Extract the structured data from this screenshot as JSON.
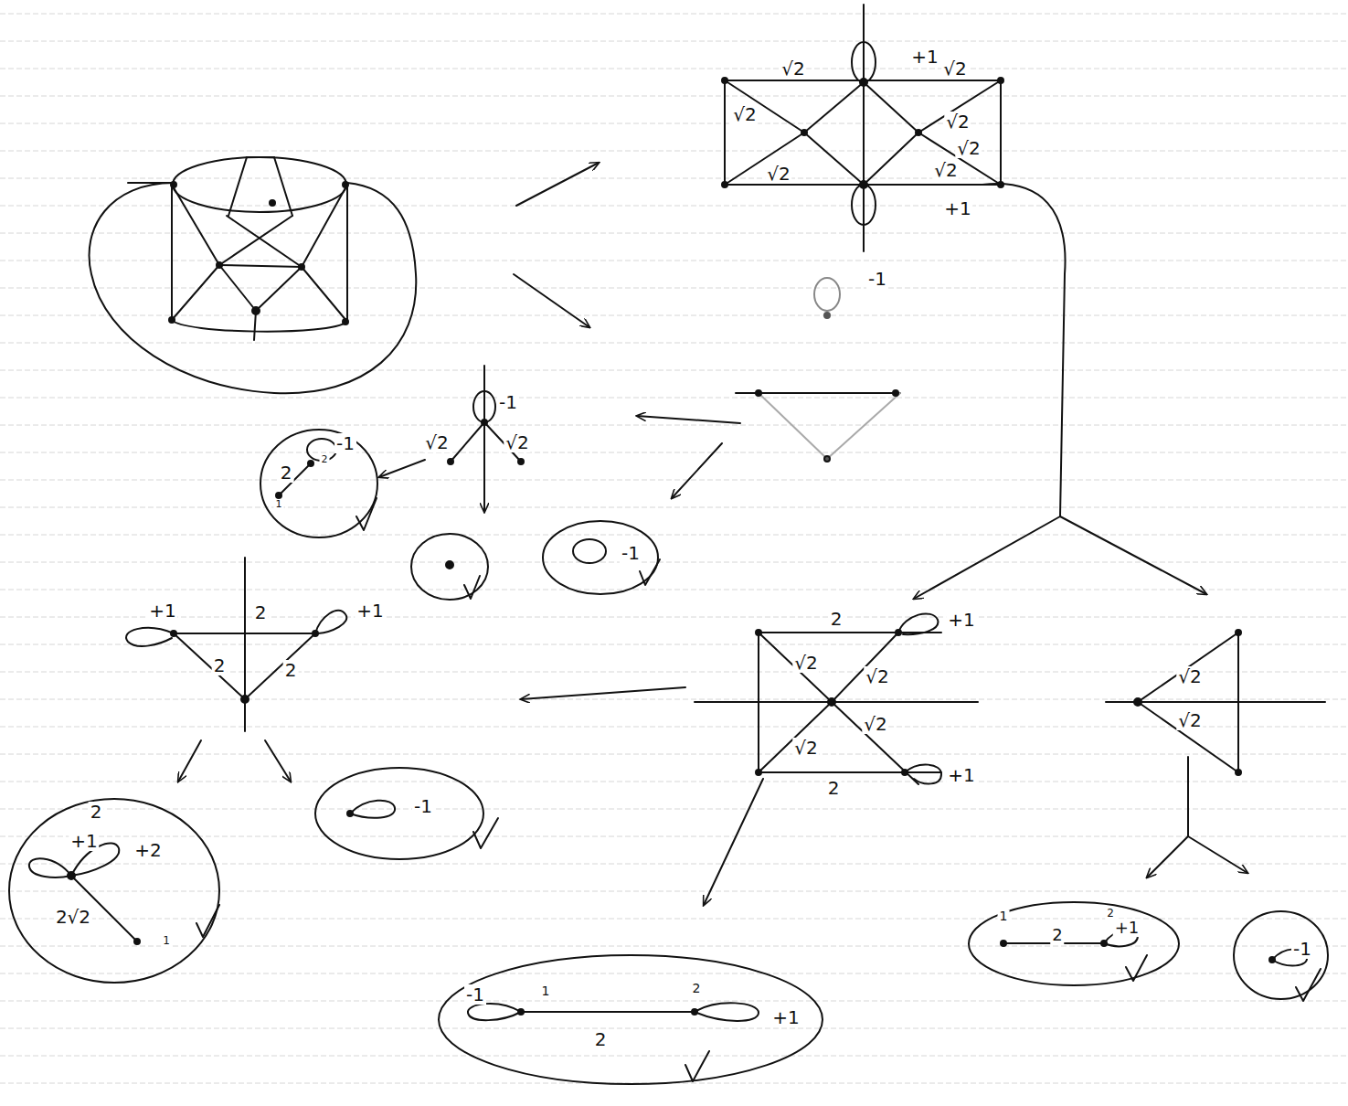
{
  "diagram": {
    "nodes": [
      {
        "text": [
          "2",
          "-1",
          "2",
          "1"
        ]
      },
      {
        "text": [
          "-1"
        ]
      },
      {
        "text": [
          "2",
          "+1",
          "+2",
          "2√2",
          "1"
        ]
      },
      {
        "text": [
          "-1"
        ]
      },
      {
        "text": [
          "1",
          "2",
          "+1",
          "2"
        ]
      },
      {
        "text": [
          "-1"
        ]
      },
      {
        "text": [
          "-1",
          "1",
          "2",
          "+1",
          "2"
        ]
      }
    ],
    "labels": [
      "+1",
      "√2",
      "√2",
      "√2",
      "√2",
      "√2",
      "√2",
      "√2",
      "+1",
      "-1",
      "-1",
      "√2",
      "√2",
      "+1",
      "2",
      "+1",
      "2",
      "2",
      "2",
      "+1",
      "√2",
      "√2",
      "√2",
      "√2",
      "+1",
      "2",
      "√2",
      "√2"
    ]
  }
}
